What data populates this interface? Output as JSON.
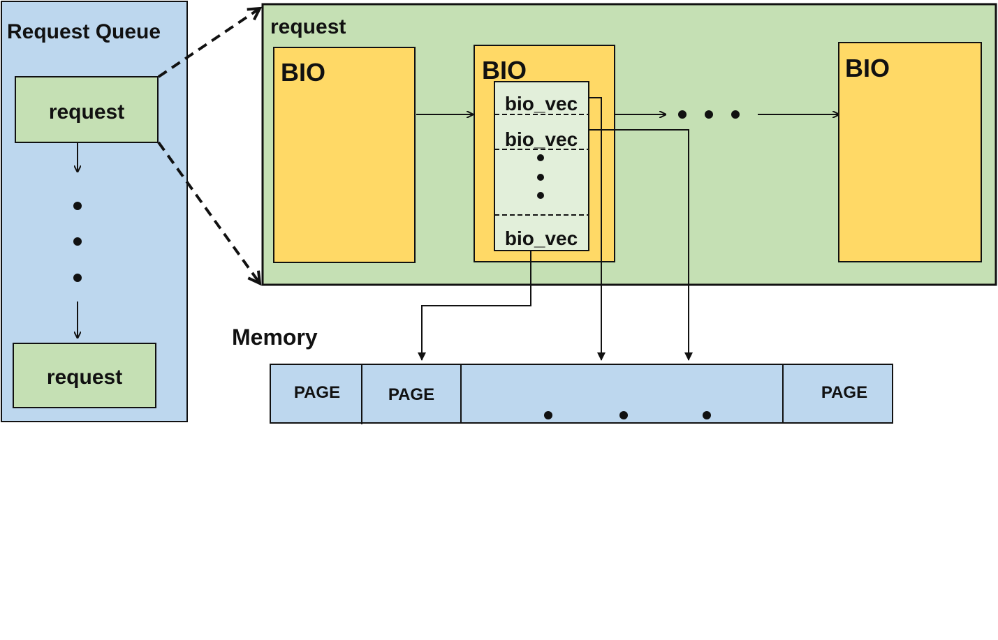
{
  "queue": {
    "title": "Request Queue",
    "first_request": "request",
    "last_request": "request"
  },
  "request_detail": {
    "title": "request",
    "bio_first": "BIO",
    "bio_middle": "BIO",
    "bio_last": "BIO",
    "bio_vecs": [
      "bio_vec",
      "bio_vec",
      "bio_vec"
    ]
  },
  "memory": {
    "title": "Memory",
    "pages": [
      "PAGE",
      "PAGE",
      "PAGE"
    ]
  },
  "colors": {
    "queue_bg": "#bdd7ee",
    "request_bg": "#c5e0b4",
    "bio_bg": "#ffd966",
    "bio_vec_bg": "#e2efda",
    "memory_bg": "#bdd7ee",
    "stroke": "#111111"
  }
}
